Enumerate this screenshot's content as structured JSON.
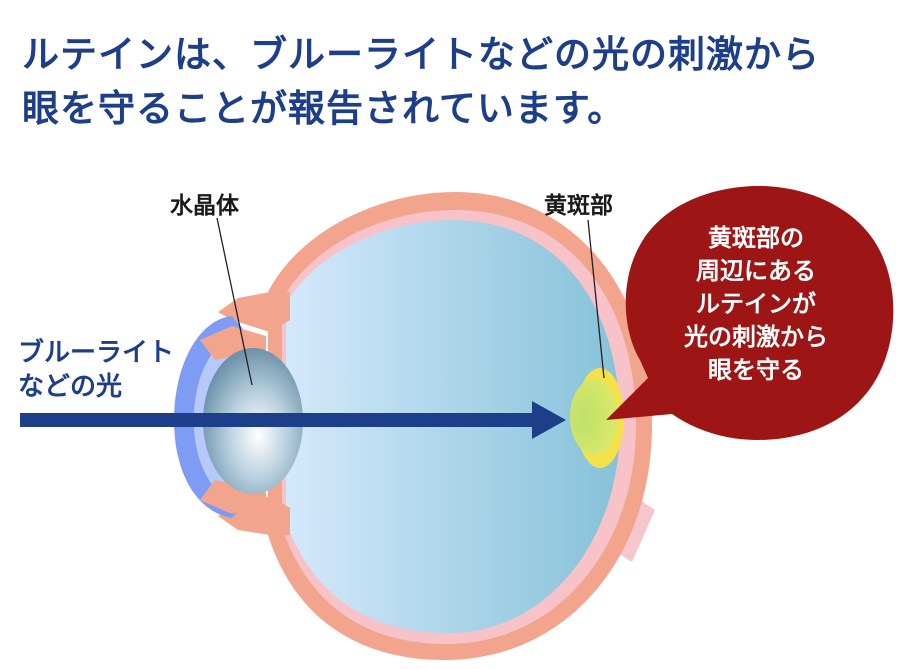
{
  "headline": {
    "line1": "ルテインは、ブルーライトなどの光の刺激から",
    "line2": "眼を守ることが報告されています。"
  },
  "labels": {
    "lens": "水晶体",
    "macula": "黄斑部"
  },
  "light": {
    "line1": "ブルーライト",
    "line2": "などの光"
  },
  "callout": {
    "lines": [
      "黄斑部の",
      "周辺にある",
      "ルテインが",
      "光の刺激から",
      "眼を守る"
    ]
  },
  "colors": {
    "headline": "#1d3f8a",
    "arrow": "#1d3f8a",
    "sclera": "#f2a48c",
    "vitreous_light": "#cfe6fa",
    "vitreous_dark": "#8ec7dc",
    "cornea": "#7f9cf5",
    "macula_yellow": "#f5e24a",
    "macula_green": "#c9e46a",
    "callout_bg": "#9e1515",
    "optic_nerve": "#f6c6cf"
  }
}
